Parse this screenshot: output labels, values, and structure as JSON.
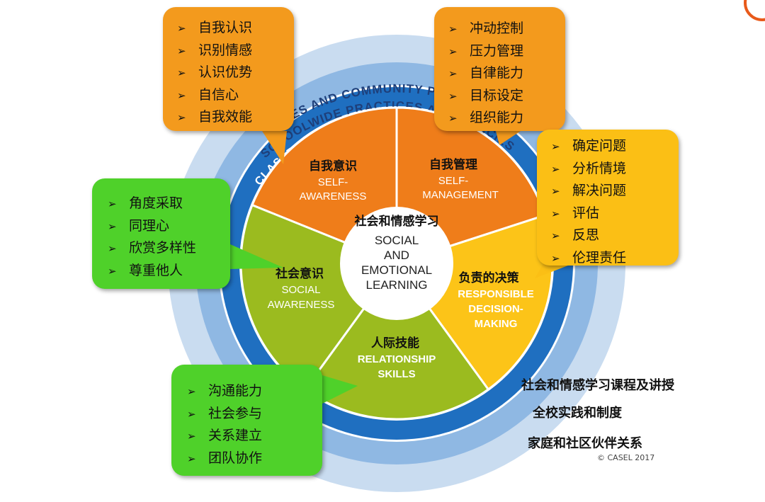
{
  "center": {
    "zh": "社会和情感学习",
    "en": [
      "SOCIAL",
      "AND",
      "EMOTIONAL",
      "LEARNING"
    ]
  },
  "rings": {
    "outer": "HOMES AND COMMUNITY PARTNERSHIPS",
    "middle": "SCHOOLWIDE PRACTICES AND POLICIES",
    "inner": "CLASSROOM CURRICULUM AND INSTRUCTION"
  },
  "segments": [
    {
      "id": "self-awareness",
      "zh": "自我意识",
      "en": [
        "SELF-",
        "AWARENESS"
      ],
      "color": "#ef7d1a"
    },
    {
      "id": "self-management",
      "zh": "自我管理",
      "en": [
        "SELF-",
        "MANAGEMENT"
      ],
      "color": "#ef7d1a"
    },
    {
      "id": "responsible-decision-making",
      "zh": "负责的决策",
      "en": [
        "RESPONSIBLE",
        "DECISION-",
        "MAKING"
      ],
      "color": "#fcc418"
    },
    {
      "id": "relationship-skills",
      "zh": "人际技能",
      "en": [
        "RELATIONSHIP",
        "SKILLS"
      ],
      "color": "#9bbb1f"
    },
    {
      "id": "social-awareness",
      "zh": "社会意识",
      "en": [
        "SOCIAL",
        "AWARENESS"
      ],
      "color": "#9bbb1f"
    }
  ],
  "callouts": {
    "self_awareness": [
      "自我认识",
      "识别情感",
      "认识优势",
      "自信心",
      "自我效能"
    ],
    "self_management": [
      "冲动控制",
      "压力管理",
      "自律能力",
      "目标设定",
      "组织能力"
    ],
    "decision_making": [
      "确定问题",
      "分析情境",
      "解决问题",
      "评估",
      "反思",
      "伦理责任"
    ],
    "social_awareness": [
      "角度采取",
      "同理心",
      "欣赏多样性",
      "尊重他人"
    ],
    "relationship_skills": [
      "沟通能力",
      "社会参与",
      "关系建立",
      "团队协作"
    ]
  },
  "legend": {
    "inner": "社会和情感学习课程及讲授",
    "middle": "全校实践和制度",
    "outer": "家庭和社区伙伴关系"
  },
  "copyright": "© CASEL 2017",
  "bullet_glyph": "➢",
  "colors": {
    "outer_ring": "#c9dcf0",
    "middle_ring": "#8fb8e3",
    "inner_ring": "#1f6fc0",
    "ring_text": "#1e3f7a",
    "orange": "#ef7d1a",
    "yellow": "#fcc418",
    "green": "#9bbb1f",
    "callout_orange": "#f39a1d",
    "callout_amber": "#fbbf15",
    "callout_green": "#4fd12a"
  }
}
